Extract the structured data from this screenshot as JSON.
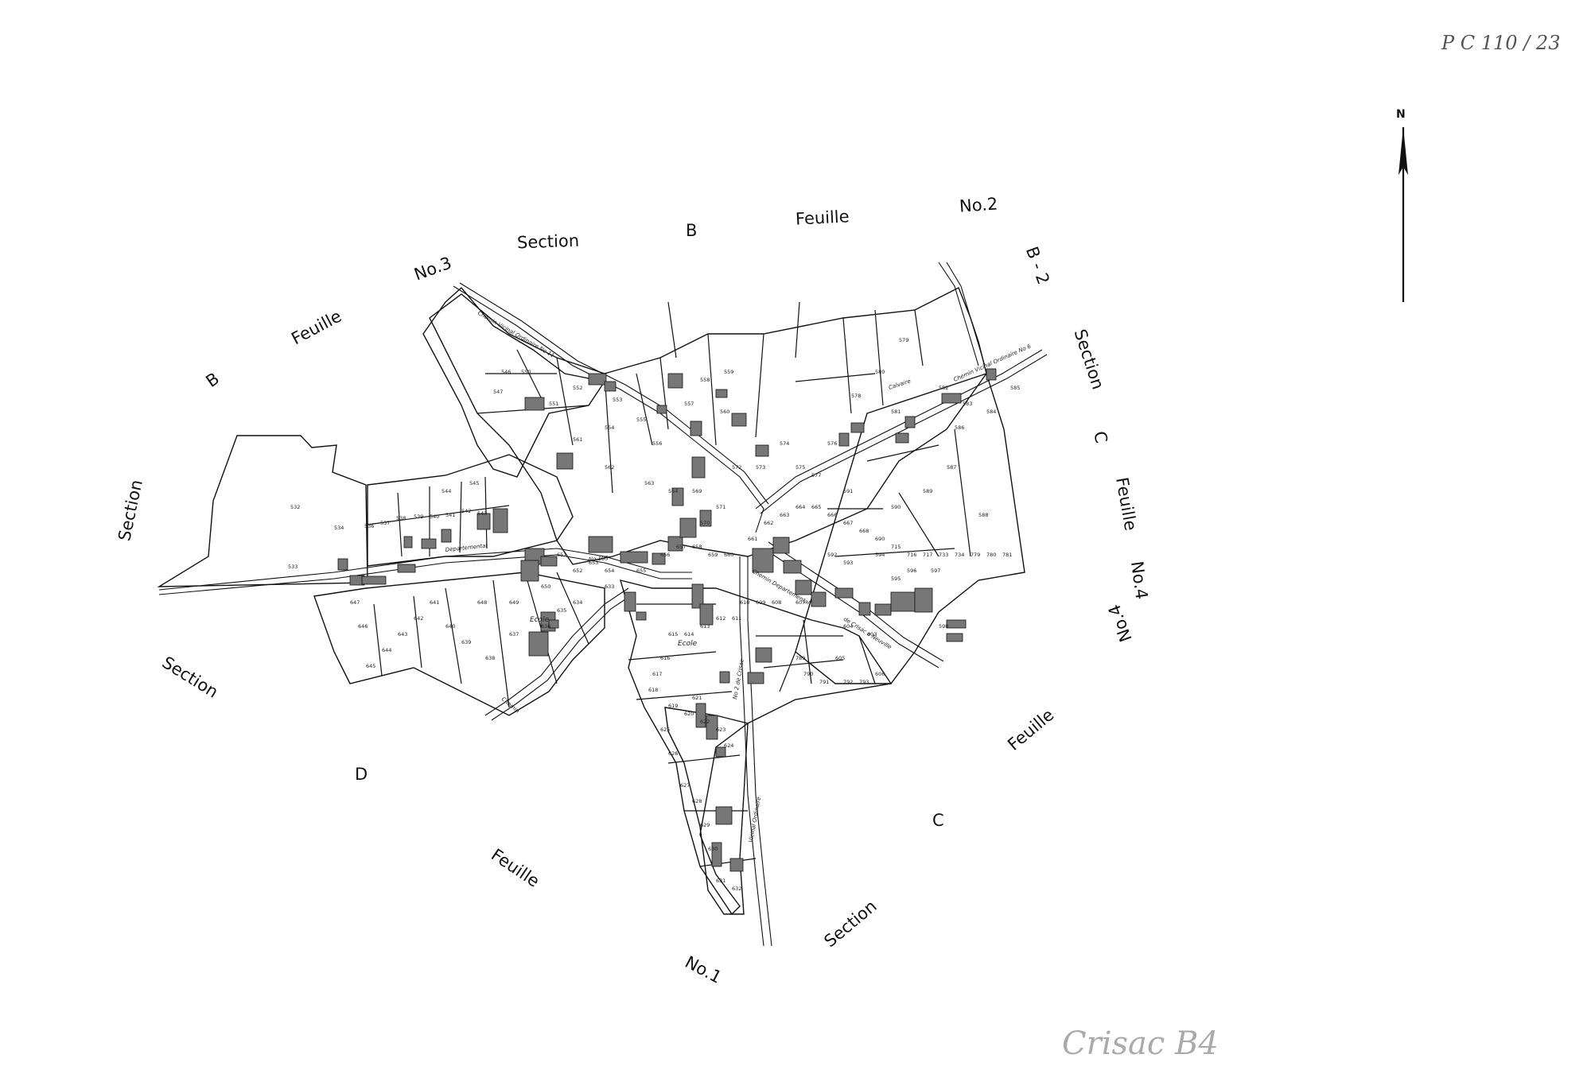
{
  "map": {
    "sheet_reference": "P C 110 / 23",
    "north_label": "N",
    "archive_note": "Crisac B4",
    "border_labels": {
      "top_section_word": "Section",
      "top_section_letter": "B",
      "top_feuille_word": "Feuille",
      "top_feuille_no": "No.2",
      "top_sheet_code": "B - 2",
      "left_feuille_no": "No.3",
      "left_feuille_word": "Feuille",
      "left_section_letter": "B",
      "left_section_word": "Section",
      "right_section_word": "Section",
      "right_section_letter": "C",
      "right_feuille_word": "Feuille",
      "right_feuille_no": "No.4",
      "right_feuille_no_alt": "No.4",
      "bottom_right_feuille_word": "Feuille",
      "bottom_right_section_letter": "C",
      "bottom_right_section_word": "Section",
      "bottom_left_section_word": "Section",
      "bottom_left_section_letter": "D",
      "bottom_left_feuille_word": "Feuille",
      "bottom_feuille_no": "No.1"
    },
    "road_labels": {
      "chemin_vicinal_n11": "Chemin Vicinal Ordinaire No 11",
      "chemin_vicinal_n6": "Chemin Vicinal Ordinaire No 6",
      "departemental_left": "Departemental",
      "departemental_n103": "No 103",
      "departemental_right": "Chemin Departemental",
      "route_neuville": "de Crisac a Neuville",
      "chemin_vicinal_n2": "No 2 de Crisac",
      "vicinal_ordinaire": "Vicinal Ordinaire",
      "chemin_bottom": "Chemin",
      "calvaire": "Calvaire",
      "ecole_1": "Ecole",
      "ecole_2": "Ecole"
    },
    "parcel_numbers": [
      "532",
      "533",
      "534",
      "536",
      "537",
      "538",
      "539",
      "540",
      "541",
      "542",
      "543",
      "544",
      "545",
      "546",
      "547",
      "550",
      "551",
      "552",
      "553",
      "554",
      "555",
      "556",
      "557",
      "558",
      "559",
      "560",
      "561",
      "562",
      "563",
      "564",
      "569",
      "570",
      "571",
      "572",
      "573",
      "574",
      "575",
      "576",
      "577",
      "578",
      "579",
      "580",
      "581",
      "582",
      "583",
      "584",
      "585",
      "586",
      "587",
      "588",
      "589",
      "590",
      "591",
      "592",
      "593",
      "594",
      "595",
      "596",
      "597",
      "598",
      "603",
      "604",
      "605",
      "606",
      "607",
      "608",
      "609",
      "610",
      "611",
      "612",
      "613",
      "614",
      "615",
      "616",
      "617",
      "618",
      "619",
      "620",
      "621",
      "622",
      "623",
      "624",
      "625",
      "626",
      "627",
      "628",
      "629",
      "630",
      "631",
      "632",
      "633",
      "634",
      "635",
      "636",
      "637",
      "638",
      "639",
      "640",
      "641",
      "642",
      "643",
      "644",
      "645",
      "646",
      "647",
      "648",
      "649",
      "650",
      "651",
      "652",
      "653",
      "654",
      "655",
      "656",
      "657",
      "658",
      "659",
      "660",
      "661",
      "662",
      "663",
      "664",
      "665",
      "666",
      "667",
      "668",
      "690",
      "715",
      "716",
      "717",
      "733",
      "734",
      "779",
      "780",
      "781",
      "789",
      "790",
      "791",
      "792",
      "793"
    ]
  }
}
